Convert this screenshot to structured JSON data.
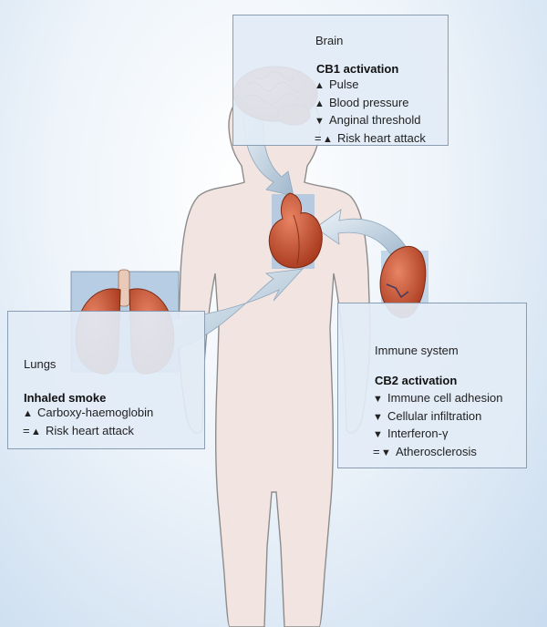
{
  "brain": {
    "title": "Brain",
    "heading": "CB1 activation",
    "items": [
      {
        "symbol": "▲",
        "text": "Pulse"
      },
      {
        "symbol": "▲",
        "text": "Blood pressure"
      },
      {
        "symbol": "▼",
        "text": "Anginal threshold"
      },
      {
        "prefix": "=",
        "symbol": "▲",
        "text": "Risk heart attack"
      }
    ]
  },
  "lungs": {
    "title": "Lungs",
    "heading": "Inhaled smoke",
    "items": [
      {
        "symbol": "▲",
        "text": "Carboxy-haemoglobin"
      },
      {
        "prefix": "=",
        "symbol": "▲",
        "text": "Risk heart attack"
      }
    ]
  },
  "immune": {
    "title": "Immune system",
    "heading": "CB2 activation",
    "items": [
      {
        "symbol": "▼",
        "text": "Immune cell adhesion"
      },
      {
        "symbol": "▼",
        "text": "Cellular infiltration"
      },
      {
        "symbol": "▼",
        "text": "Interferon-γ"
      },
      {
        "prefix": "=",
        "symbol": "▼",
        "text": "Atherosclerosis"
      }
    ]
  },
  "colors": {
    "body": "#f2e4e1",
    "organ": "#c9542f",
    "arrow": "#a8bfd3",
    "panel": "#e2ecf6"
  }
}
